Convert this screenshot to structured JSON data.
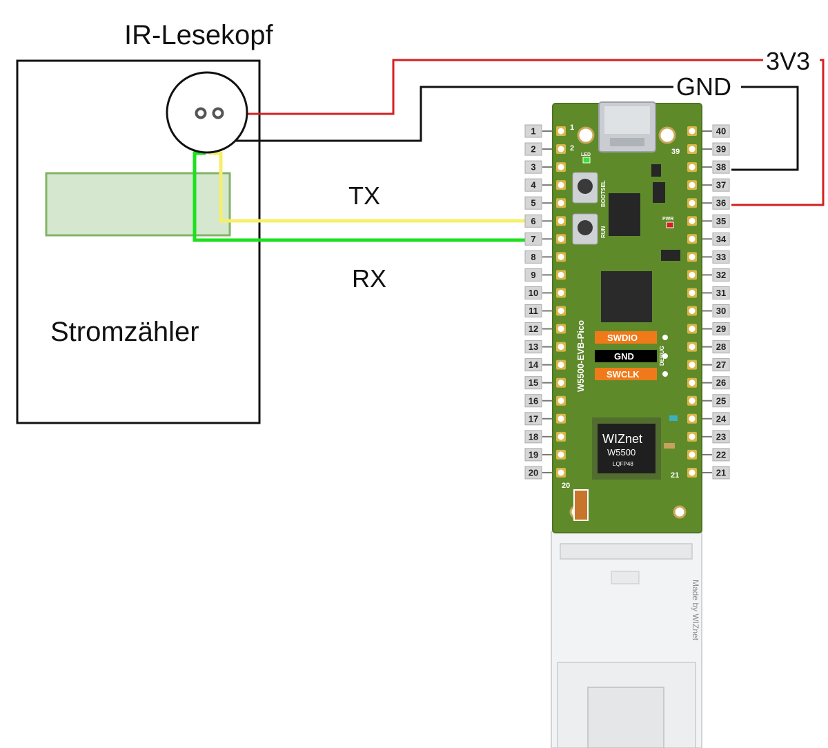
{
  "labels": {
    "ir_head": "IR-Lesekopf",
    "meter": "Stromzähler",
    "tx": "TX",
    "rx": "RX",
    "v33": "3V3",
    "gnd": "GND"
  },
  "wires": {
    "v33_color": "#d42020",
    "gnd_color": "#111111",
    "tx_color": "#f5ef6a",
    "rx_color": "#1ee01e"
  },
  "board": {
    "name": "W5500-EVB-Pico",
    "pcb_color": "#5f8a2a",
    "swdio": "SWDIO",
    "gnd": "GND",
    "swclk": "SWCLK",
    "debug": "DEBUG",
    "bootsel": "BOOTSEL",
    "run": "RUN",
    "led": "LED",
    "pwr": "PWR",
    "chip_brand": "WIZnet",
    "chip_model": "W5500",
    "chip_pkg": "LQFP48",
    "made_by": "Made by WIZnet",
    "corner_1": "1",
    "corner_2": "2",
    "corner_20": "20",
    "corner_21": "21",
    "corner_39": "39",
    "pins_left": [
      "1",
      "2",
      "3",
      "4",
      "5",
      "6",
      "7",
      "8",
      "9",
      "10",
      "11",
      "12",
      "13",
      "14",
      "15",
      "16",
      "17",
      "18",
      "19",
      "20"
    ],
    "pins_right": [
      "40",
      "39",
      "38",
      "37",
      "36",
      "35",
      "34",
      "33",
      "32",
      "31",
      "30",
      "29",
      "28",
      "27",
      "26",
      "25",
      "24",
      "23",
      "22",
      "21"
    ]
  }
}
